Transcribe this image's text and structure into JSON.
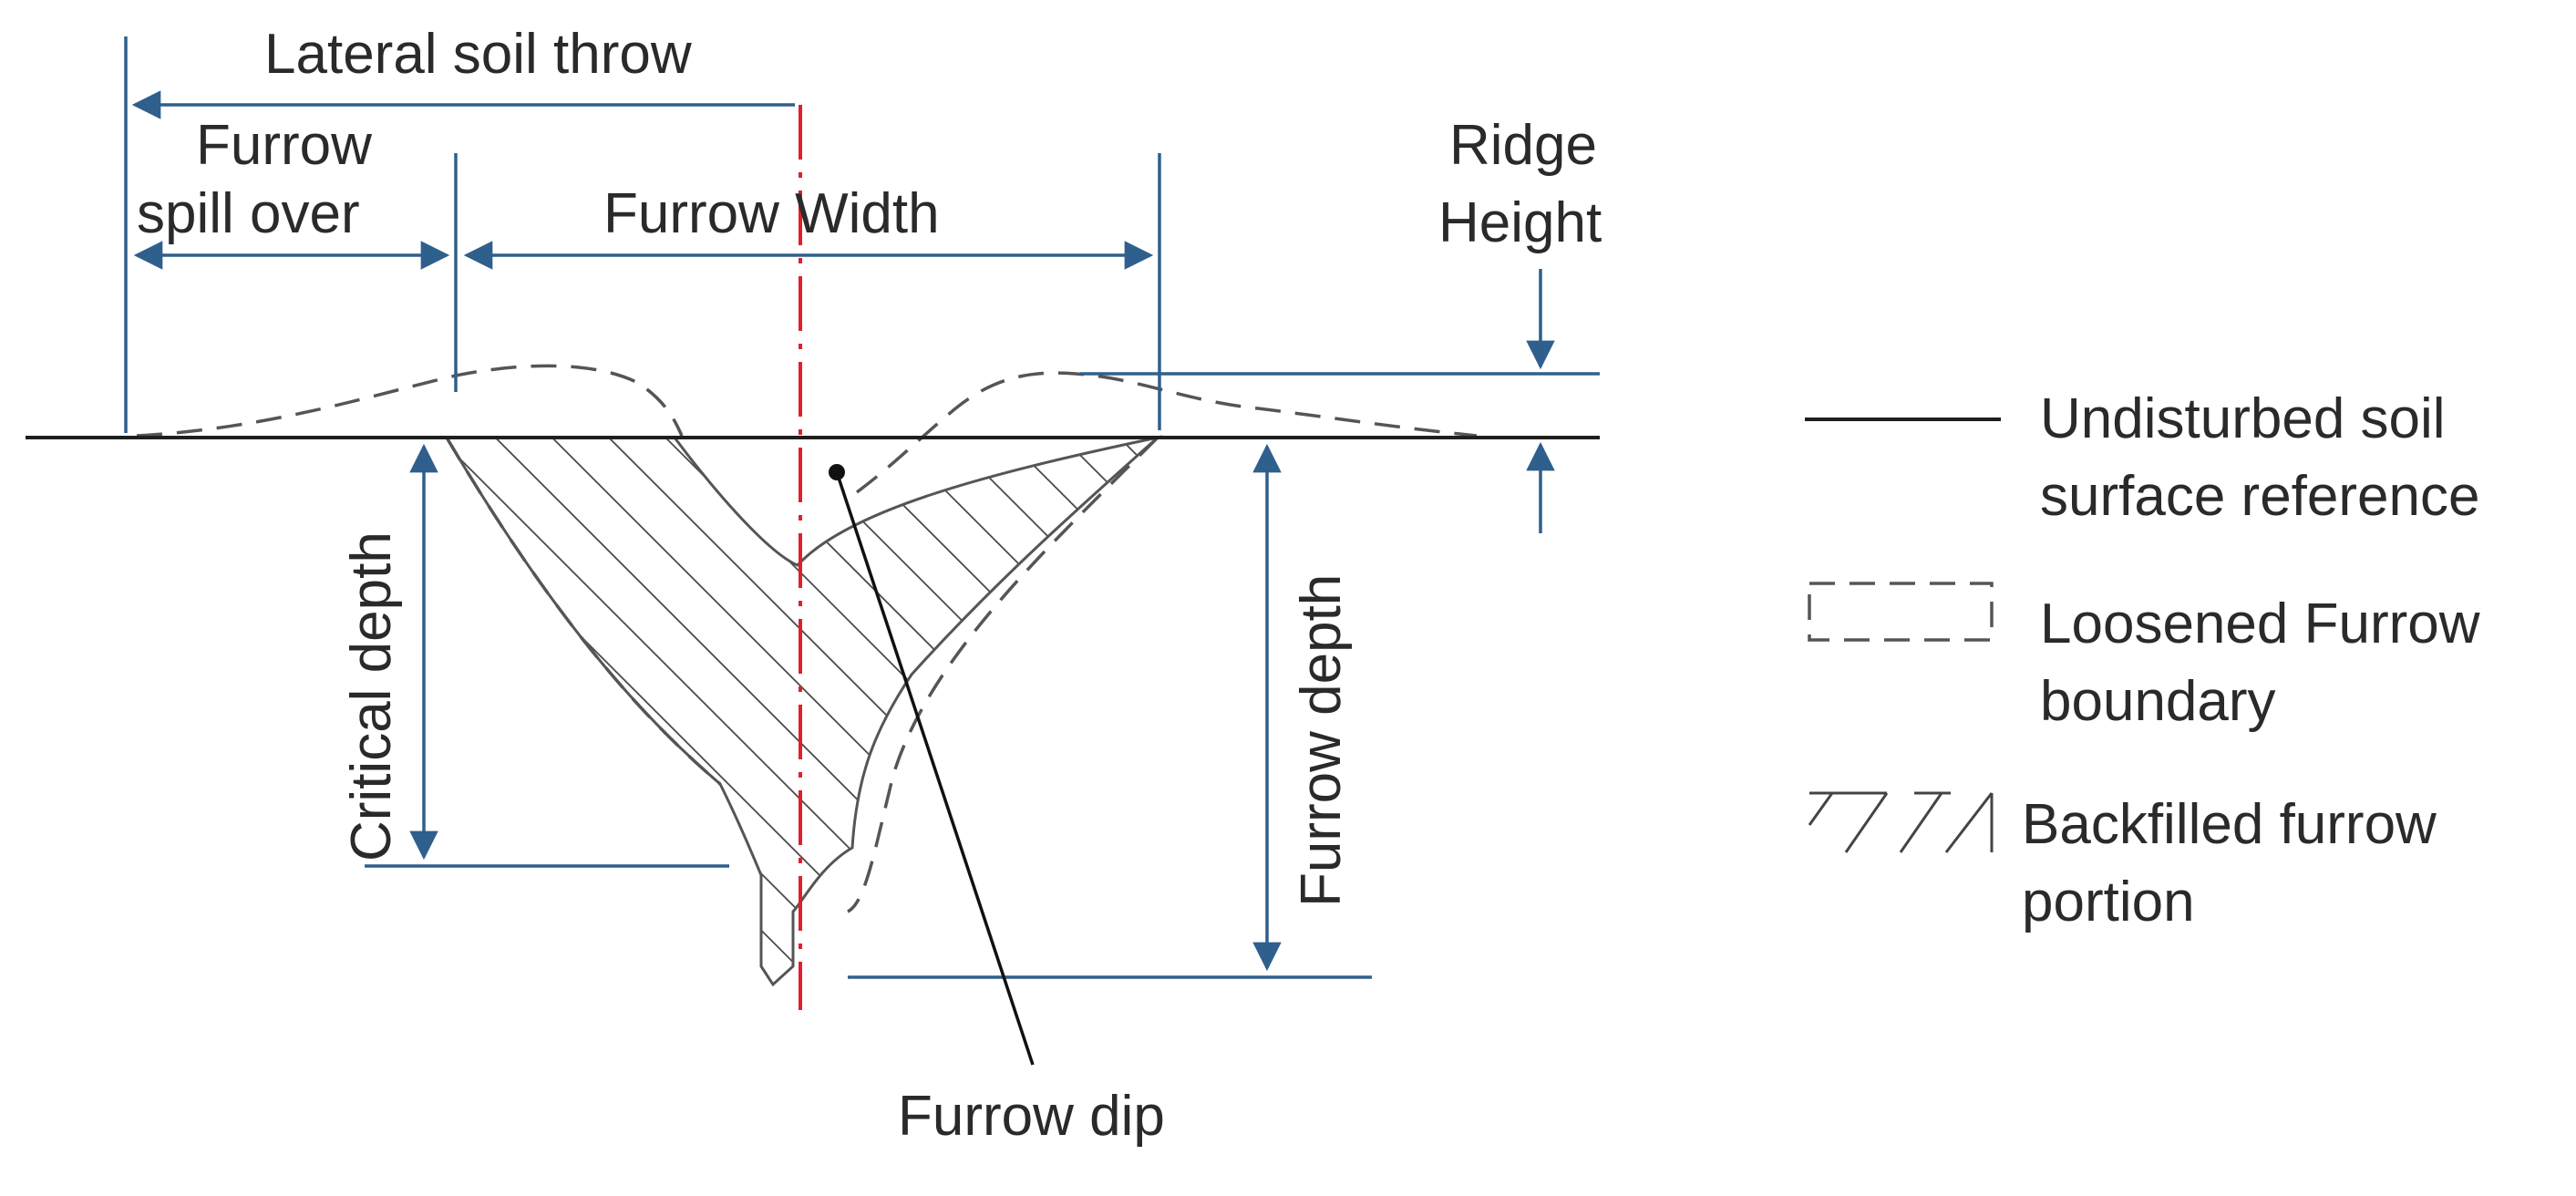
{
  "labels": {
    "lateral_soil_throw": "Lateral soil throw",
    "furrow_spill_over_line1": "Furrow",
    "furrow_spill_over_line2": "spill over",
    "furrow_width": "Furrow Width",
    "ridge_height_line1": "Ridge",
    "ridge_height_line2": "Height",
    "critical_depth": "Critical depth",
    "furrow_depth": "Furrow depth",
    "furrow_dip": "Furrow dip"
  },
  "legend": {
    "undisturbed_line1": "Undisturbed soil",
    "undisturbed_line2": "surface reference",
    "loosened_line1": "Loosened Furrow",
    "loosened_line2": "boundary",
    "backfilled_line1": "Backfilled furrow",
    "backfilled_line2": "portion"
  },
  "colors": {
    "dimension_lines": "#2f5f8c",
    "centerline": "#e0202a",
    "surface": "#1f1f1f"
  }
}
